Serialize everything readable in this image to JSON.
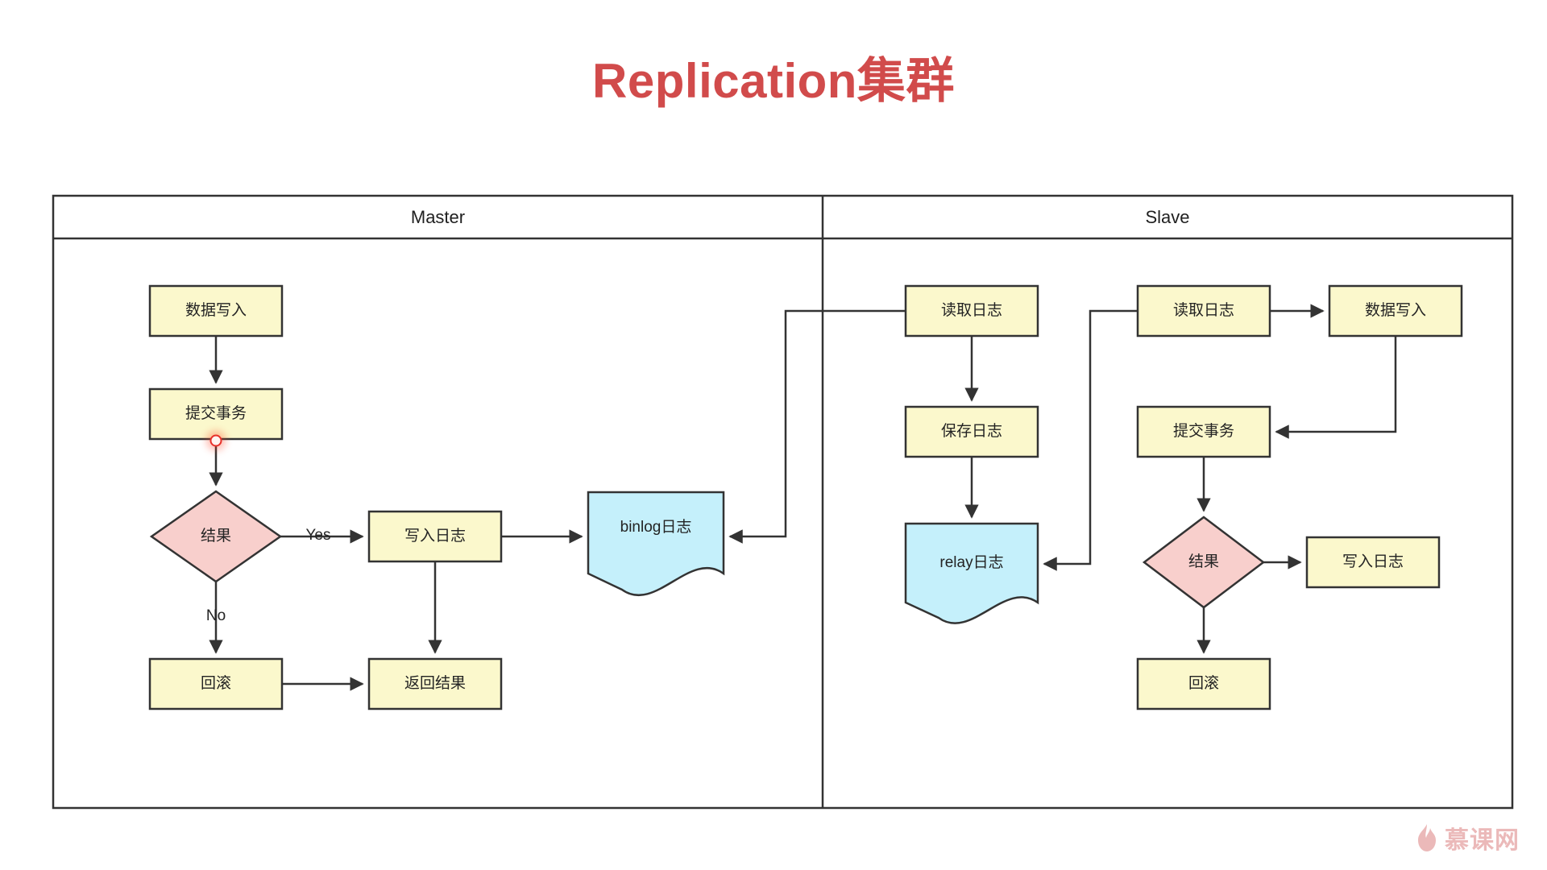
{
  "title": "Replication集群",
  "title_color": "#d14b4b",
  "palette": {
    "process_fill": "#fbf8cc",
    "process_stroke": "#333333",
    "decision_fill": "#f8cfcc",
    "decision_stroke": "#333333",
    "document_fill": "#c5f0fb",
    "document_stroke": "#333333",
    "edge_stroke": "#333333",
    "frame_stroke": "#333333",
    "watermark_color": "#e08f8f"
  },
  "lanes": [
    {
      "id": "master",
      "title": "Master"
    },
    {
      "id": "slave",
      "title": "Slave"
    }
  ],
  "nodes": [
    {
      "id": "m-data-write",
      "lane": "master",
      "shape": "process",
      "label": "数据写入"
    },
    {
      "id": "m-commit-tx",
      "lane": "master",
      "shape": "process",
      "label": "提交事务"
    },
    {
      "id": "m-result",
      "lane": "master",
      "shape": "decision",
      "label": "结果"
    },
    {
      "id": "m-write-log",
      "lane": "master",
      "shape": "process",
      "label": "写入日志"
    },
    {
      "id": "m-binlog",
      "lane": "master",
      "shape": "document",
      "label": "binlog日志"
    },
    {
      "id": "m-rollback",
      "lane": "master",
      "shape": "process",
      "label": "回滚"
    },
    {
      "id": "m-return",
      "lane": "master",
      "shape": "process",
      "label": "返回结果"
    },
    {
      "id": "s-read-log-1",
      "lane": "slave",
      "shape": "process",
      "label": "读取日志"
    },
    {
      "id": "s-save-log",
      "lane": "slave",
      "shape": "process",
      "label": "保存日志"
    },
    {
      "id": "s-relay",
      "lane": "slave",
      "shape": "document",
      "label": "relay日志"
    },
    {
      "id": "s-read-log-2",
      "lane": "slave",
      "shape": "process",
      "label": "读取日志"
    },
    {
      "id": "s-data-write",
      "lane": "slave",
      "shape": "process",
      "label": "数据写入"
    },
    {
      "id": "s-commit-tx",
      "lane": "slave",
      "shape": "process",
      "label": "提交事务"
    },
    {
      "id": "s-result",
      "lane": "slave",
      "shape": "decision",
      "label": "结果"
    },
    {
      "id": "s-write-log",
      "lane": "slave",
      "shape": "process",
      "label": "写入日志"
    },
    {
      "id": "s-rollback",
      "lane": "slave",
      "shape": "process",
      "label": "回滚"
    }
  ],
  "edge_labels": {
    "yes": "Yes",
    "no": "No"
  },
  "watermark": {
    "text": "慕课网",
    "icon": "flame-icon"
  }
}
